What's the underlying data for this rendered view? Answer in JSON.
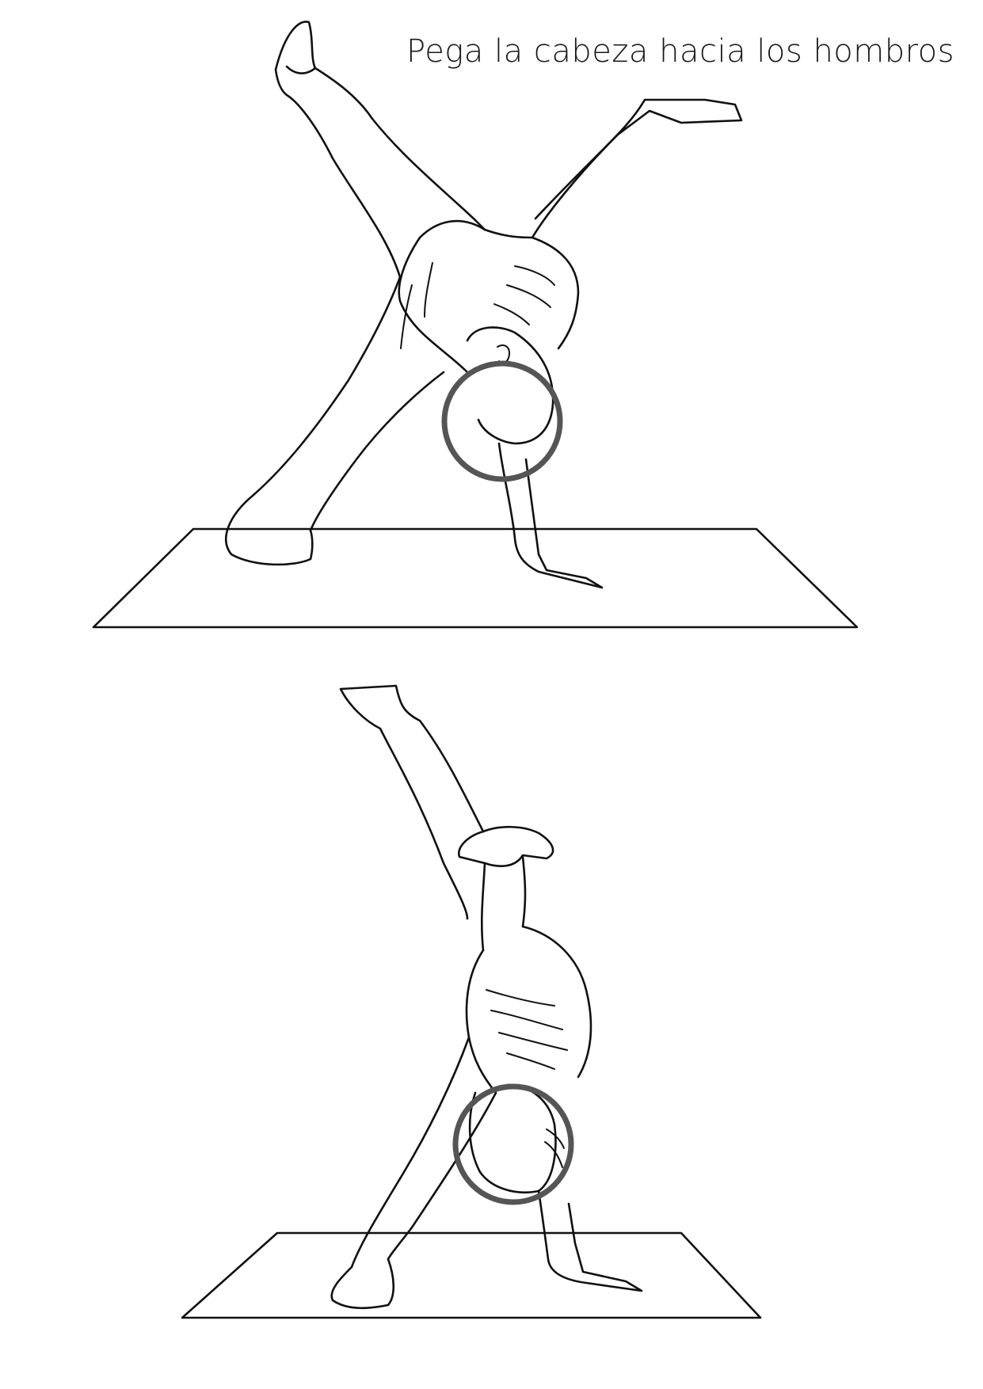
{
  "caption": "Pega la cabeza hacia los hombros",
  "figures": [
    {
      "illustration": "cartwheel-phase-one",
      "mat": "yoga-mat",
      "highlight": "head-circle"
    },
    {
      "illustration": "cartwheel-phase-two",
      "mat": "yoga-mat",
      "highlight": "head-circle"
    }
  ],
  "colors": {
    "line": "#111111",
    "highlight": "#555555",
    "background": "#ffffff"
  }
}
